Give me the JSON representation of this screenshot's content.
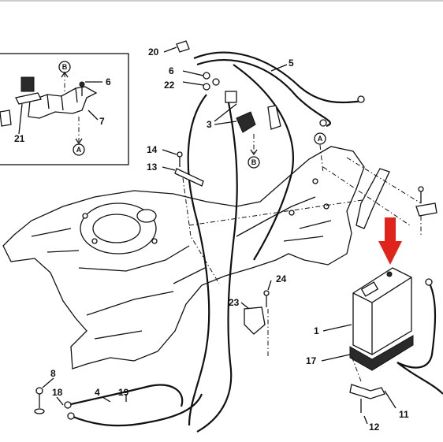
{
  "diagram": {
    "callouts": [
      {
        "id": "c1",
        "text": "1"
      },
      {
        "id": "c3",
        "text": "3"
      },
      {
        "id": "c4",
        "text": "4"
      },
      {
        "id": "c5",
        "text": "5"
      },
      {
        "id": "c6a",
        "text": "6"
      },
      {
        "id": "c6b",
        "text": "6"
      },
      {
        "id": "c7",
        "text": "7"
      },
      {
        "id": "c8",
        "text": "8"
      },
      {
        "id": "c11",
        "text": "11"
      },
      {
        "id": "c12",
        "text": "12"
      },
      {
        "id": "c13",
        "text": "13"
      },
      {
        "id": "c14",
        "text": "14"
      },
      {
        "id": "c17",
        "text": "17"
      },
      {
        "id": "c18",
        "text": "18"
      },
      {
        "id": "c19",
        "text": "19"
      },
      {
        "id": "c20",
        "text": "20"
      },
      {
        "id": "c21",
        "text": "21"
      },
      {
        "id": "c22",
        "text": "22"
      },
      {
        "id": "c23",
        "text": "23"
      },
      {
        "id": "c24",
        "text": "24"
      }
    ],
    "reference_markers": [
      {
        "id": "inset-top-b",
        "text": "B"
      },
      {
        "id": "inset-bottom-a",
        "text": "A"
      },
      {
        "id": "main-b",
        "text": "B"
      },
      {
        "id": "main-a",
        "text": "A"
      }
    ],
    "highlight_arrow_color": "#e0241b",
    "line_color": "#111111"
  }
}
